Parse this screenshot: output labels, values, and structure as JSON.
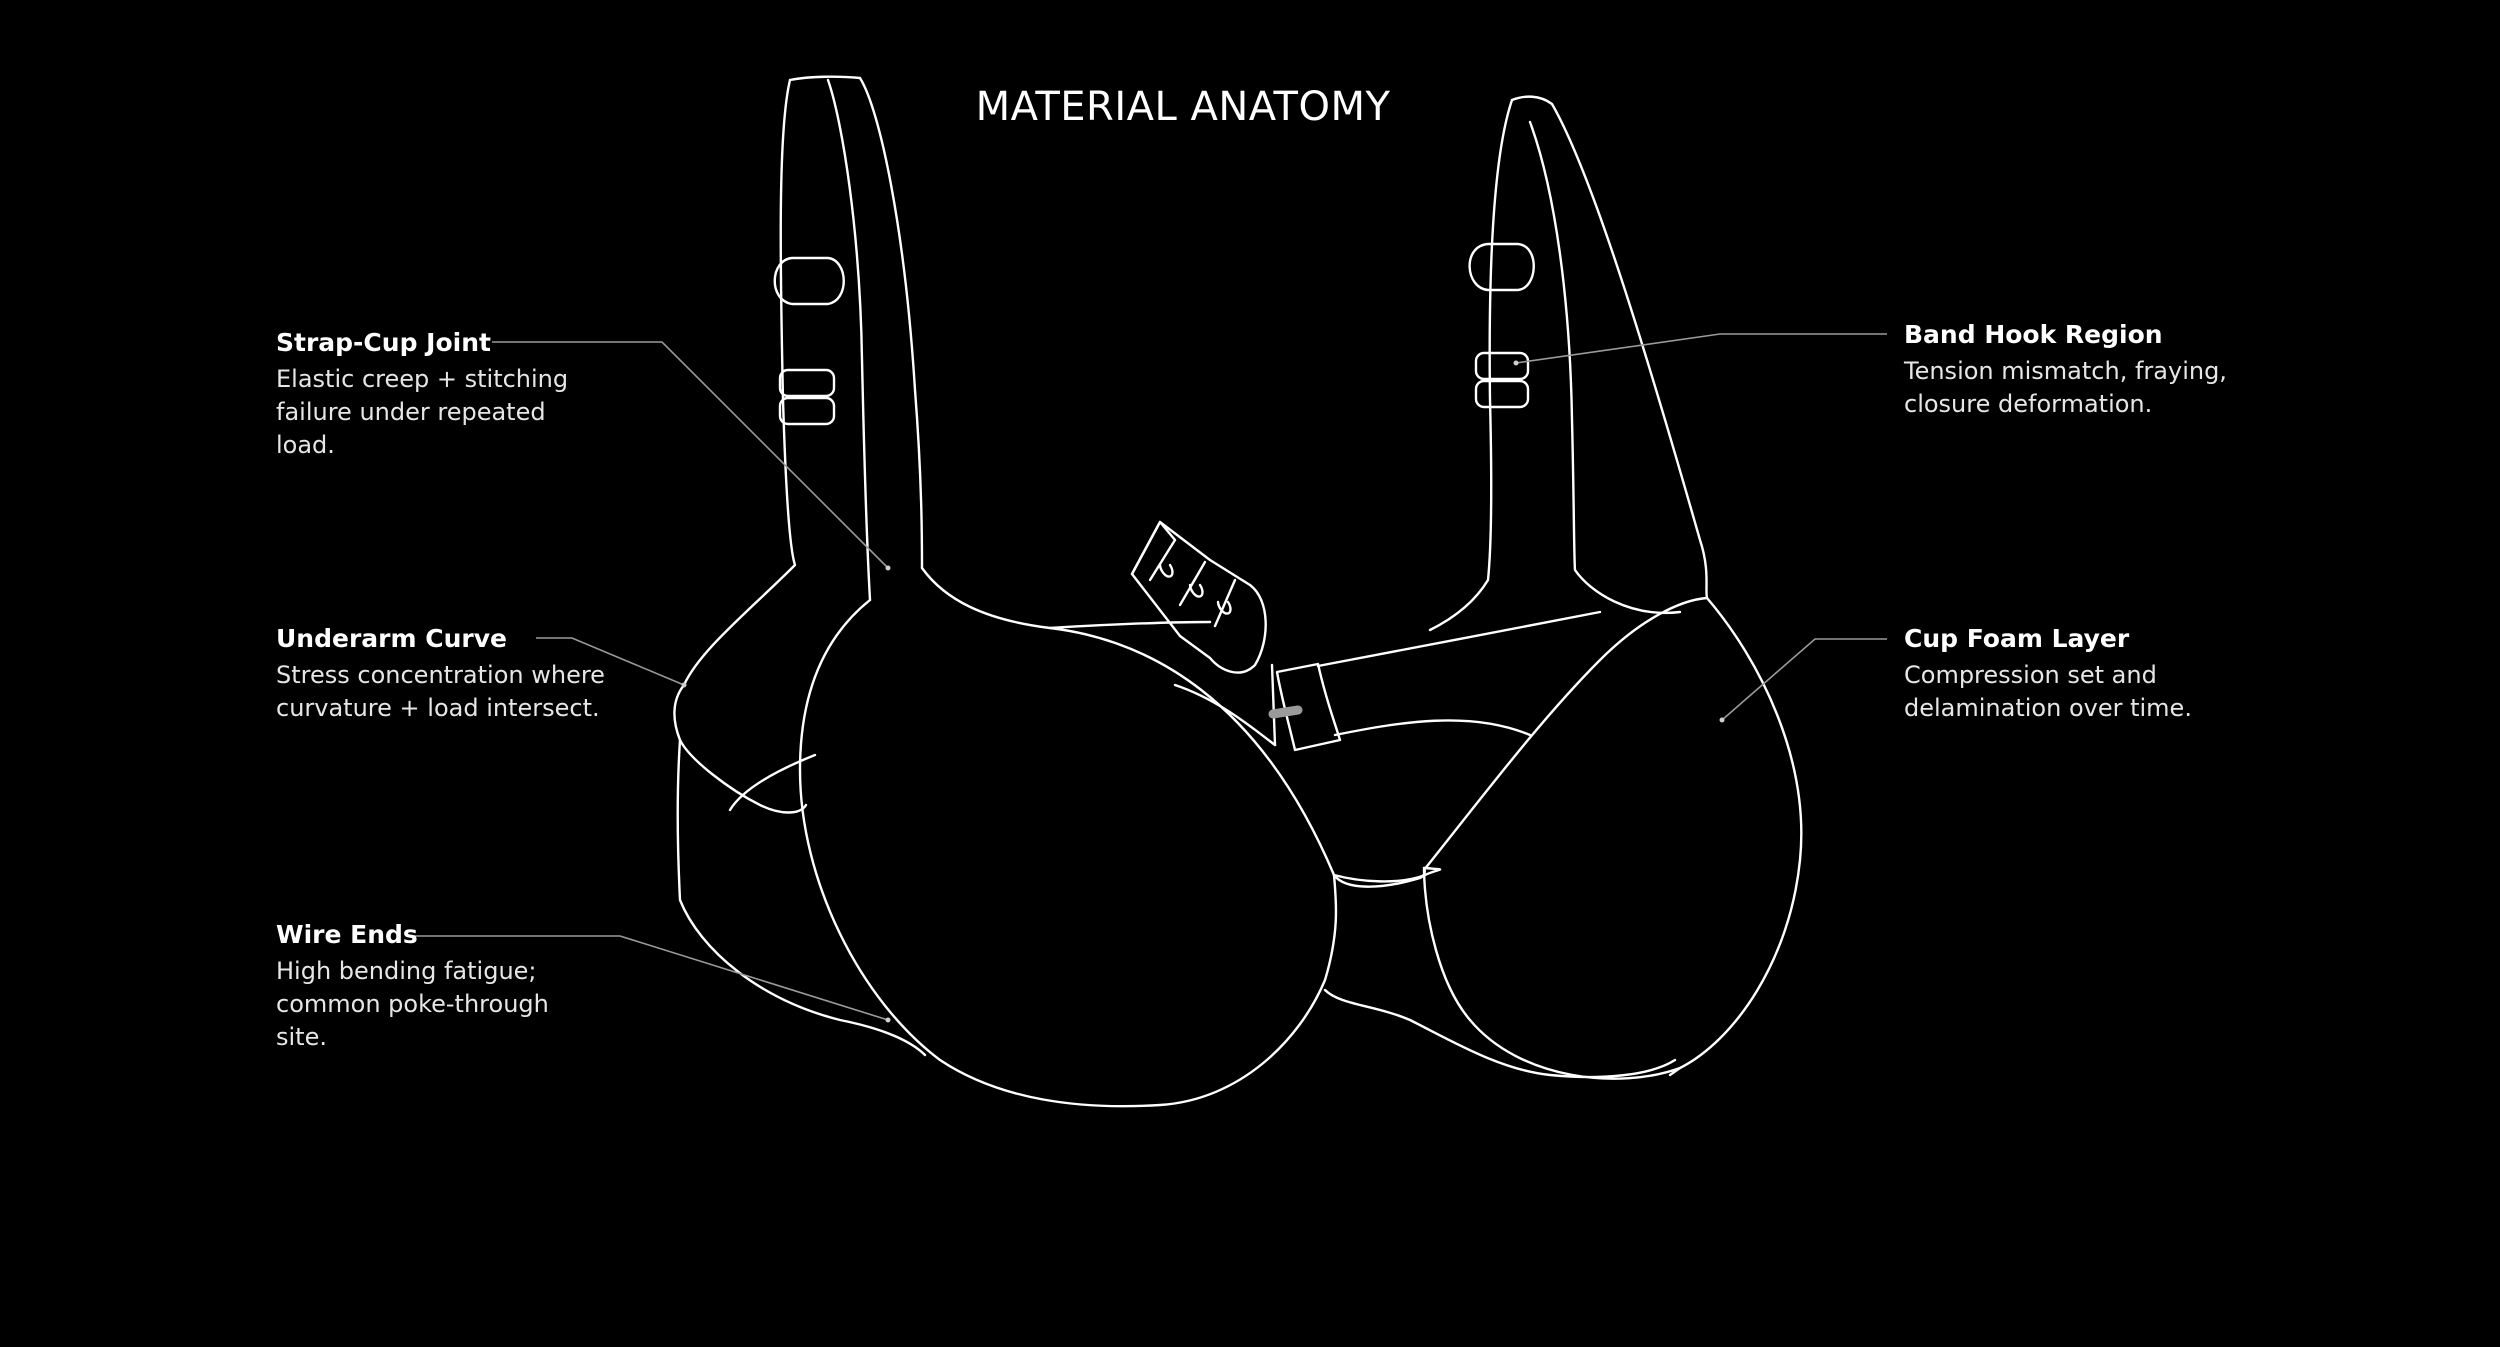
{
  "title": "MATERIAL ANATOMY",
  "colors": {
    "background": "#000000",
    "line": "#ffffff",
    "leader": "#9a9a9a",
    "hook_tab": "#9a9a9a"
  },
  "callouts": {
    "strap_cup_joint": {
      "title": "Strap-Cup Joint",
      "desc": "Elastic creep + stitching failure under repeated load."
    },
    "underarm_curve": {
      "title": "Underarm Curve",
      "desc": "Stress concentration where curvature + load intersect."
    },
    "wire_ends": {
      "title": "Wire Ends",
      "desc": "High bending fatigue; common poke-through site."
    },
    "band_hook_region": {
      "title": "Band Hook Region",
      "desc": "Tension mismatch, fraying, closure deformation."
    },
    "cup_foam_layer": {
      "title": "Cup Foam Layer",
      "desc": "Compression set and delamination over time."
    }
  }
}
